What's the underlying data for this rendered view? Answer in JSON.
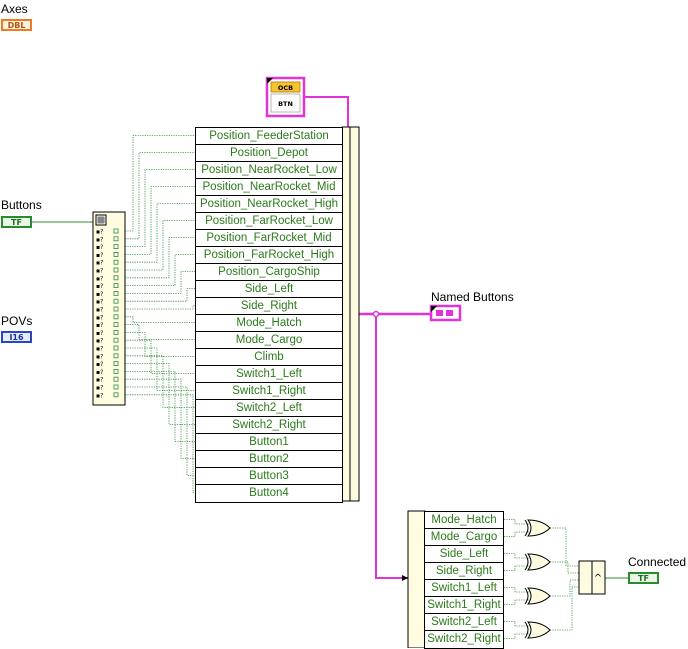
{
  "terminals": {
    "axes": {
      "label": "Axes",
      "type": "DBL"
    },
    "buttons": {
      "label": "Buttons",
      "type": "TF"
    },
    "povs": {
      "label": "POVs",
      "type": "I16"
    },
    "connected": {
      "label": "Connected",
      "type": "TF"
    }
  },
  "cluster_constant": {
    "top": "OCB",
    "bottom": "BTN"
  },
  "named_buttons_label": "Named Buttons",
  "bundle_fields": [
    "Position_FeederStation",
    "Position_Depot",
    "Position_NearRocket_Low",
    "Position_NearRocket_Mid",
    "Position_NearRocket_High",
    "Position_FarRocket_Low",
    "Position_FarRocket_Mid",
    "Position_FarRocket_High",
    "Position_CargoShip",
    "Side_Left",
    "Side_Right",
    "Mode_Hatch",
    "Mode_Cargo",
    "Climb",
    "Switch1_Left",
    "Switch1_Right",
    "Switch2_Left",
    "Switch2_Right",
    "Button1",
    "Button2",
    "Button3",
    "Button4"
  ],
  "unbundle_fields": [
    "Mode_Hatch",
    "Mode_Cargo",
    "Side_Left",
    "Side_Right",
    "Switch1_Left",
    "Switch1_Right",
    "Switch2_Left",
    "Switch2_Right"
  ],
  "colors": {
    "boolean_wire": "#2e8b2e",
    "cluster_wire": "#e234d6",
    "dbl": "#ee7a22",
    "i16": "#2547c8"
  }
}
